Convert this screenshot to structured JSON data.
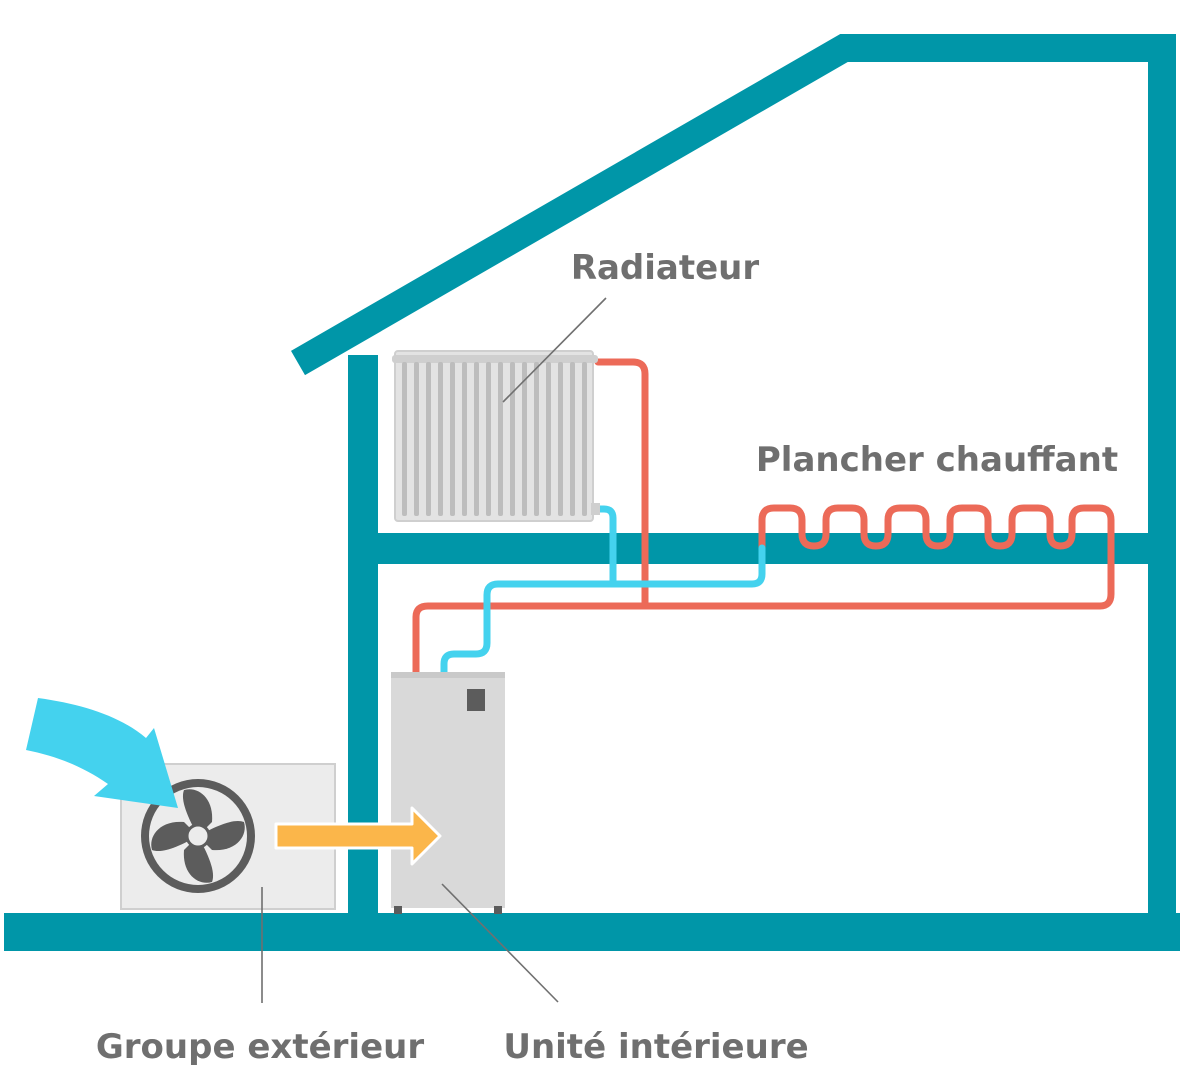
{
  "labels": {
    "radiator": "Radiateur",
    "floor_heating": "Plancher chauffant",
    "outdoor_unit": "Groupe extérieur",
    "indoor_unit": "Unité intérieure"
  },
  "colors": {
    "house": "#0096a8",
    "hot_pipe": "#ec6a58",
    "cold_pipe": "#44d2ee",
    "air_arrow": "#44d2ee",
    "heat_arrow": "#fbb64a",
    "unit_body": "#d9d9d9",
    "outdoor_case": "#ececec",
    "fan": "#5c5c5c",
    "label_text": "#6f6f6f",
    "leader_line": "#707070"
  },
  "icons": {
    "fan": "fan-icon",
    "air_flow": "air-intake-arrow-icon",
    "heat_flow": "heat-transfer-arrow-icon"
  }
}
